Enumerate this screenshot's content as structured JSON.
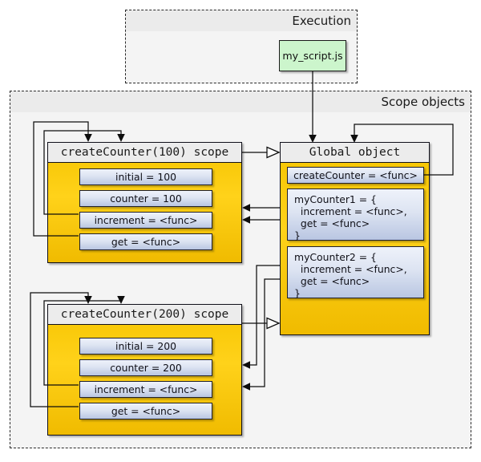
{
  "frames": {
    "execution": {
      "title": "Execution"
    },
    "scope_objects": {
      "title": "Scope objects"
    }
  },
  "script_box": {
    "label": "my_script.js",
    "color": "#ccf5cc"
  },
  "objects": [
    {
      "id": "scope100",
      "title": "createCounter(100) scope",
      "fill": "#ffd21a",
      "fields": [
        {
          "label": "initial = 100"
        },
        {
          "label": "counter = 100"
        },
        {
          "label": "increment = <func>"
        },
        {
          "label": "get = <func>"
        }
      ]
    },
    {
      "id": "global",
      "title": "Global object",
      "fill": "#ffd21a",
      "fields": [
        {
          "label": "createCounter = <func>"
        },
        {
          "label": "myCounter1 = {\n  increment = <func>,\n  get = <func>\n}"
        },
        {
          "label": "myCounter2 = {\n  increment = <func>,\n  get = <func>\n}"
        }
      ]
    },
    {
      "id": "scope200",
      "title": "createCounter(200) scope",
      "fill": "#ffd21a",
      "fields": [
        {
          "label": "initial = 200"
        },
        {
          "label": "counter = 200"
        },
        {
          "label": "increment = <func>"
        },
        {
          "label": "get = <func>"
        }
      ]
    }
  ],
  "colors": {
    "frame_bg": "#f4f4f4",
    "frame_title_bg": "#ebebeb",
    "object_gold": "#ffd21a",
    "field_blue": "#c6d2e9",
    "script_green": "#ccf5cc",
    "stroke": "#0d0d0d"
  }
}
